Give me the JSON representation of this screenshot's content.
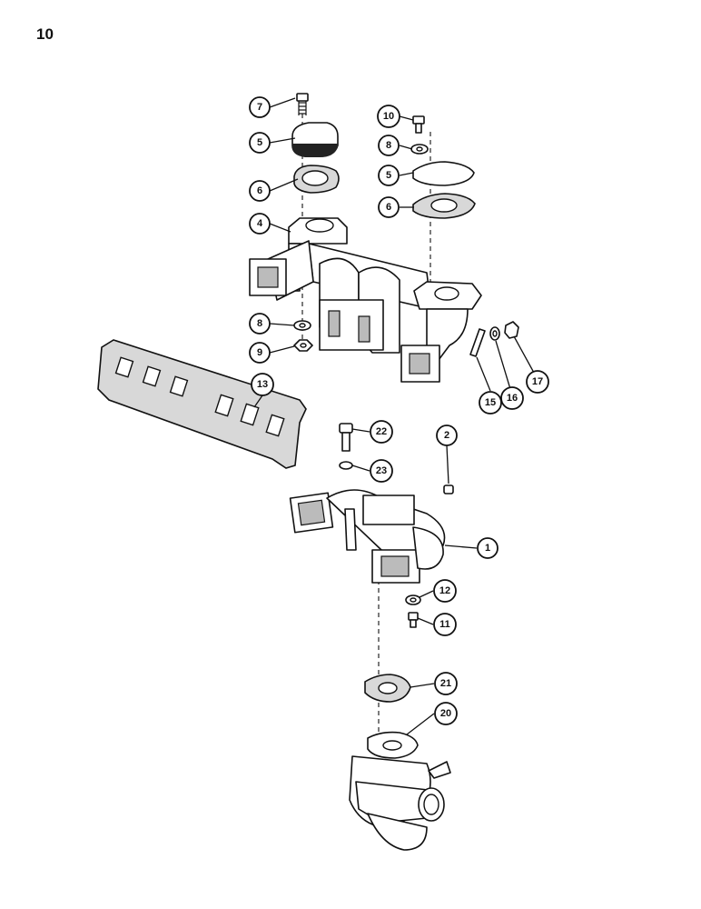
{
  "page": {
    "number": "10"
  },
  "callouts": [
    {
      "id": "c7",
      "label": "7"
    },
    {
      "id": "c5a",
      "label": "5"
    },
    {
      "id": "c6a",
      "label": "6"
    },
    {
      "id": "c4",
      "label": "4"
    },
    {
      "id": "c8a",
      "label": "8"
    },
    {
      "id": "c9",
      "label": "9"
    },
    {
      "id": "c10",
      "label": "10"
    },
    {
      "id": "c8b",
      "label": "8"
    },
    {
      "id": "c5b",
      "label": "5"
    },
    {
      "id": "c6b",
      "label": "6"
    },
    {
      "id": "c15",
      "label": "15"
    },
    {
      "id": "c16",
      "label": "16"
    },
    {
      "id": "c17",
      "label": "17"
    },
    {
      "id": "c13",
      "label": "13"
    },
    {
      "id": "c22",
      "label": "22"
    },
    {
      "id": "c23",
      "label": "23"
    },
    {
      "id": "c2",
      "label": "2"
    },
    {
      "id": "c1",
      "label": "1"
    },
    {
      "id": "c12",
      "label": "12"
    },
    {
      "id": "c11",
      "label": "11"
    },
    {
      "id": "c21",
      "label": "21"
    },
    {
      "id": "c20",
      "label": "20"
    }
  ]
}
